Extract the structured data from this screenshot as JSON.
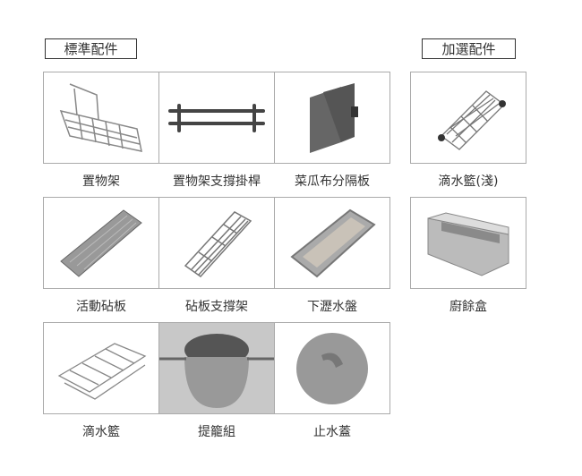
{
  "standard_header": "標準配件",
  "optional_header": "加選配件",
  "standard_items": [
    {
      "label": "置物架",
      "icon": "rack-icon"
    },
    {
      "label": "置物架支撐掛桿",
      "icon": "support-bar-icon"
    },
    {
      "label": "菜瓜布分隔板",
      "icon": "divider-icon"
    },
    {
      "label": "活動砧板",
      "icon": "cutting-board-icon"
    },
    {
      "label": "砧板支撐架",
      "icon": "board-support-icon"
    },
    {
      "label": "下瀝水盤",
      "icon": "drain-tray-icon"
    },
    {
      "label": "滴水籃",
      "icon": "drip-basket-icon"
    },
    {
      "label": "提籠組",
      "icon": "strainer-icon"
    },
    {
      "label": "止水蓋",
      "icon": "stopper-icon"
    }
  ],
  "optional_items": [
    {
      "label": "滴水籃(淺)",
      "icon": "shallow-basket-icon"
    },
    {
      "label": "廚餘盒",
      "icon": "waste-box-icon"
    }
  ]
}
